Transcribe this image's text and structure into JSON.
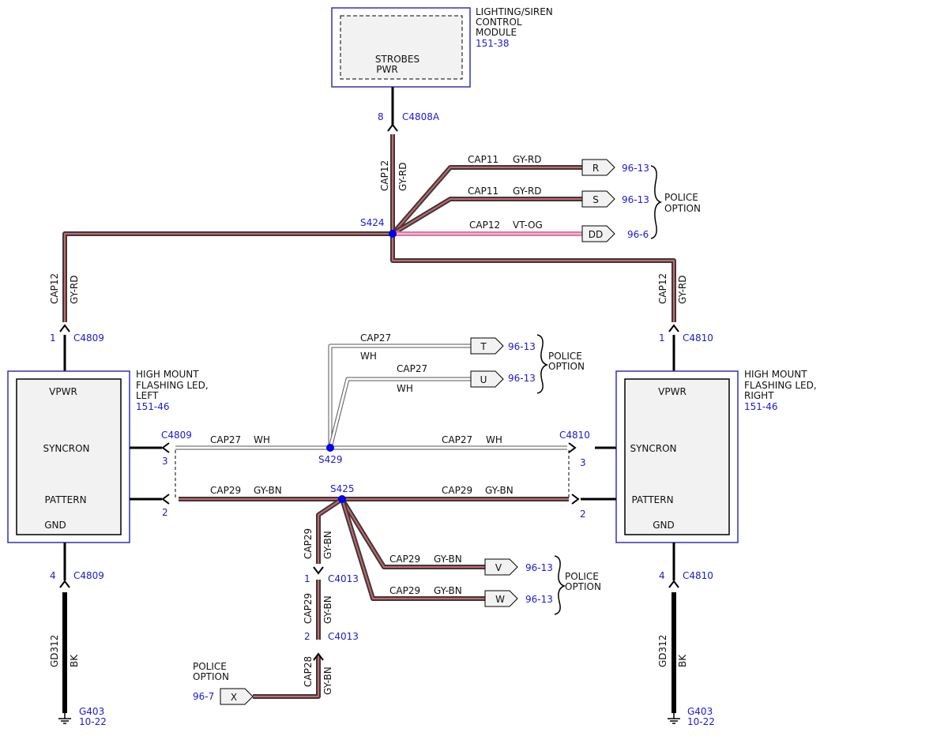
{
  "module_top": {
    "title_lines": [
      "LIGHTING/SIREN",
      "CONTROL",
      "MODULE"
    ],
    "ref": "151-38",
    "pin_lines": [
      "STROBES",
      "PWR"
    ],
    "pin": "8",
    "connector": "C4808A"
  },
  "s424": {
    "splice": "S424",
    "up_wire": {
      "circuit": "CAP12",
      "color": "GY-RD"
    },
    "branches": [
      {
        "circuit": "CAP11",
        "color": "GY-RD",
        "tag": "R",
        "ref": "96-13"
      },
      {
        "circuit": "CAP11",
        "color": "GY-RD",
        "tag": "S",
        "ref": "96-13"
      },
      {
        "circuit": "CAP12",
        "color": "VT-OG",
        "tag": "DD",
        "ref": "96-6"
      }
    ],
    "option_label": [
      "POLICE",
      "OPTION"
    ],
    "left_drop": {
      "circuit": "CAP12",
      "color": "GY-RD",
      "pin": "1",
      "connector": "C4809"
    },
    "right_drop": {
      "circuit": "CAP12",
      "color": "GY-RD",
      "pin": "1",
      "connector": "C4810"
    }
  },
  "left_led": {
    "title_lines": [
      "HIGH MOUNT",
      "FLASHING LED,",
      "LEFT"
    ],
    "ref": "151-46",
    "pins": [
      "VPWR",
      "SYNCRON",
      "PATTERN",
      "GND"
    ],
    "sync_connector": "C4809",
    "sync_pin": "3",
    "pattern_pin": "2",
    "gnd_pin": "4",
    "gnd_connector": "C4809",
    "gnd_wire": {
      "circuit": "GD312",
      "color": "BK"
    },
    "ground": "G403",
    "ground_ref": "10-22"
  },
  "right_led": {
    "title_lines": [
      "HIGH MOUNT",
      "FLASHING LED,",
      "RIGHT"
    ],
    "ref": "151-46",
    "pins": [
      "VPWR",
      "SYNCRON",
      "PATTERN",
      "GND"
    ],
    "sync_connector": "C4810",
    "sync_pin": "3",
    "pattern_pin": "2",
    "gnd_pin": "4",
    "gnd_connector": "C4810",
    "gnd_wire": {
      "circuit": "GD312",
      "color": "BK"
    },
    "ground": "G403",
    "ground_ref": "10-22"
  },
  "s429": {
    "splice": "S429",
    "left_wire": {
      "circuit": "CAP27",
      "color": "WH"
    },
    "right_wire": {
      "circuit": "CAP27",
      "color": "WH"
    },
    "branches": [
      {
        "circuit": "CAP27",
        "color": "WH",
        "tag": "T",
        "ref": "96-13"
      },
      {
        "circuit": "CAP27",
        "color": "WH",
        "tag": "U",
        "ref": "96-13"
      }
    ],
    "option_label": [
      "POLICE",
      "OPTION"
    ]
  },
  "s425": {
    "splice": "S425",
    "left_wire": {
      "circuit": "CAP29",
      "color": "GY-BN"
    },
    "right_wire": {
      "circuit": "CAP29",
      "color": "GY-BN"
    },
    "branches": [
      {
        "circuit": "CAP29",
        "color": "GY-BN",
        "tag": "V",
        "ref": "96-13"
      },
      {
        "circuit": "CAP29",
        "color": "GY-BN",
        "tag": "W",
        "ref": "96-13"
      }
    ],
    "option_label": [
      "POLICE",
      "OPTION"
    ],
    "down_wire": {
      "circuit": "CAP29",
      "color": "GY-BN",
      "pin": "1",
      "connector": "C4013"
    },
    "down_wire2": {
      "circuit": "CAP29",
      "color": "GY-BN",
      "pin": "2",
      "connector": "C4013"
    },
    "bottom_wire": {
      "circuit": "CAP28",
      "color": "GY-BN"
    },
    "bottom_tag": "X",
    "bottom_ref": "96-7",
    "bottom_option": [
      "POLICE",
      "OPTION"
    ]
  }
}
